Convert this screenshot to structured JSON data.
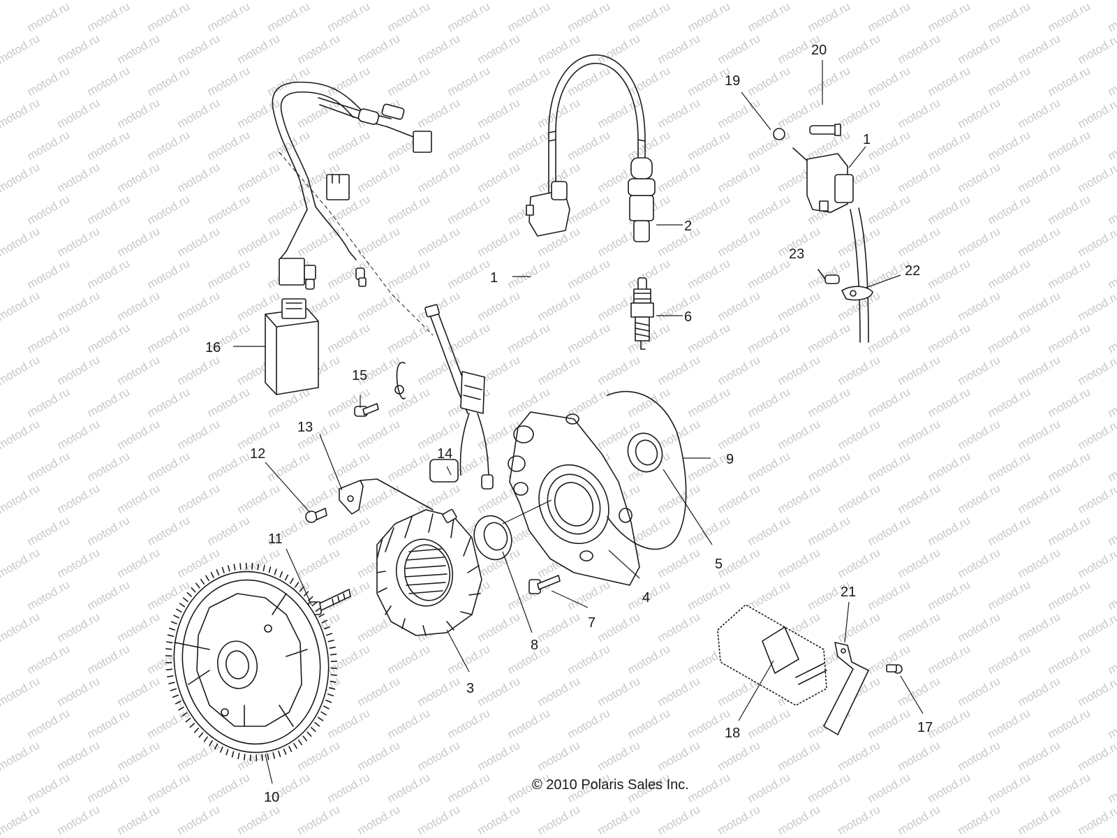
{
  "watermark": "motod.ru",
  "copyright": "© 2010 Polaris Sales Inc.",
  "callouts": [
    "1",
    "2",
    "1",
    "6",
    "20",
    "19",
    "1",
    "23",
    "22",
    "16",
    "15",
    "14",
    "13",
    "12",
    "9",
    "5",
    "11",
    "4",
    "7",
    "8",
    "3",
    "10",
    "21",
    "18",
    "17"
  ]
}
